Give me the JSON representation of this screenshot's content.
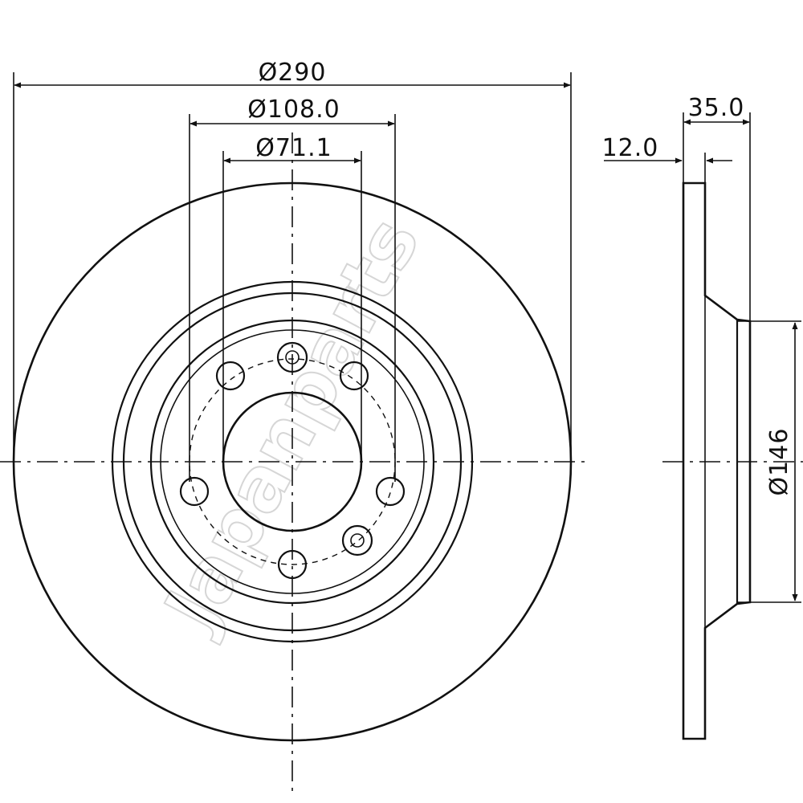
{
  "dimensions": {
    "outer_diameter": "Ø290",
    "bolt_circle_diameter": "Ø108.0",
    "center_bore_diameter": "Ø71.1",
    "total_height": "35.0",
    "disc_thickness": "12.0",
    "hub_diameter": "Ø146"
  },
  "watermark": "Japanparts",
  "colors": {
    "line": "#111111",
    "background": "#ffffff",
    "watermark": "#d6d6d6"
  }
}
